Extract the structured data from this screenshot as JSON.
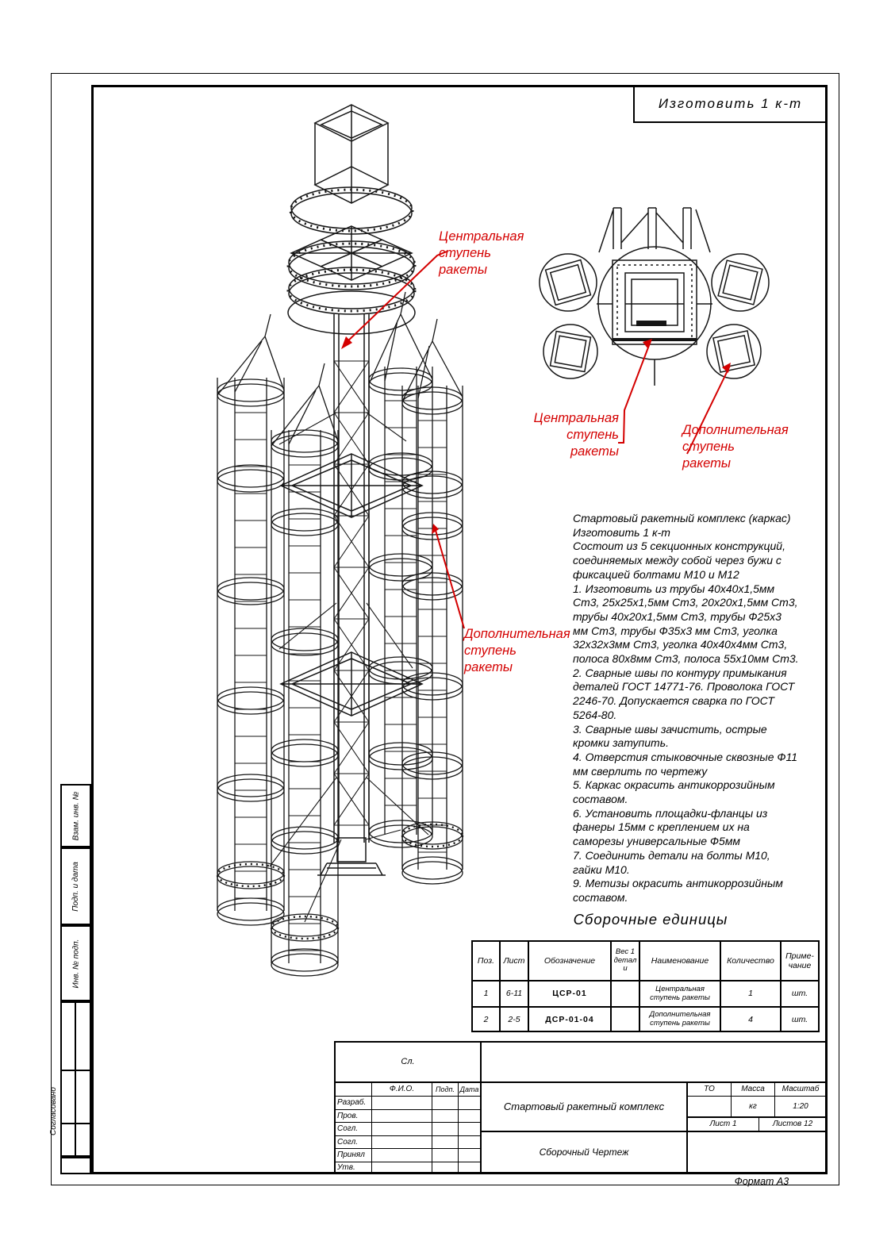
{
  "sheet": {
    "make_note": "Изготовить  1 к-т",
    "format_label": "Формат А3"
  },
  "margin": {
    "vzam_inv": "Взам. инв. №",
    "podp_i_data": "Подп. и дата",
    "inv_n_podp": "Инв. № подп.",
    "soglasovano": "Согласовано"
  },
  "callouts": {
    "central_iso": "Центральная\nступень\nракеты",
    "central_top": "Центральная\nступень\nракеты",
    "additional_top": "Дополнительная\nступень\nракеты",
    "additional_iso": "Дополнительная\nступень\nракеты"
  },
  "notes_text": "Стартовый ракетный комплекс (каркас)\nИзготовить 1 к-т\nСостоит из 5 секционных конструкций,\nсоединяемых между собой через бужи с\nфиксацией болтами М10 и М12\n1.  Изготовить из трубы 40х40х1,5мм\nСт3, 25х25х1,5мм Ст3, 20х20х1,5мм Ст3,\nтрубы 40х20х1,5мм Ст3, трубы Ф25х3\nмм Ст3, трубы Ф35х3 мм Ст3, уголка\n32х32х3мм Ст3, уголка 40х40х4мм Ст3,\nполоса 80х8мм Ст3, полоса 55х10мм Ст3.\n2.  Сварные швы по контуру примыкания\nдеталей ГОСТ 14771-76. Проволока ГОСТ\n2246-70. Допускается сварка по ГОСТ\n5264-80.\n3. Сварные швы зачистить, острые\nкромки затупить.\n4. Отверстия стыковочные сквозные Ф11\nмм сверлить по чертежу\n5. Каркас окрасить антикоррозийным\nсоставом.\n6. Установить площадки-фланцы из\nфанеры 15мм с креплением их на\nсаморезы универсальные Ф5мм\n7. Соединить детали на болты М10,\nгайки М10.\n9. Метизы окрасить антикоррозийным\nсоставом.",
  "assembly": {
    "heading": "Сборочные единицы",
    "columns": {
      "pos": "Поз.",
      "list": "Лист",
      "oboz": "Обозначение",
      "ves": "Вес 1 детали",
      "name": "Наименование",
      "qty": "Количество",
      "note": "Приме-\nчание"
    },
    "rows": [
      {
        "pos": "1",
        "list": "6-11",
        "oboz": "ЦСР-01",
        "ves": "",
        "name": "Центральная\nступень ракеты",
        "qty": "1",
        "note": "шт."
      },
      {
        "pos": "2",
        "list": "2-5",
        "oboz": "ДСР-01-04",
        "ves": "",
        "name": "Дополнительная\nступень ракеты",
        "qty": "4",
        "note": "шт."
      }
    ]
  },
  "titleblock": {
    "sl": "Сл.",
    "fio": "Ф.И.О.",
    "podp": "Подп.",
    "data": "Дата",
    "sign_rows": [
      "Разраб.",
      "Пров.",
      "Согл.",
      "Согл.",
      "Принял",
      "Утв."
    ],
    "doc_title": "Стартовый ракетный комплекс",
    "doc_type": "Сборочный Чертеж",
    "to": "ТО",
    "mass": "Масса",
    "scale": "Масштаб",
    "mass_value": "кг",
    "scale_value": "1:20",
    "sheet_no": "Лист 1",
    "sheets_total": "Листов 12"
  },
  "colors": {
    "annotation": "#d40000",
    "line": "#151515"
  }
}
